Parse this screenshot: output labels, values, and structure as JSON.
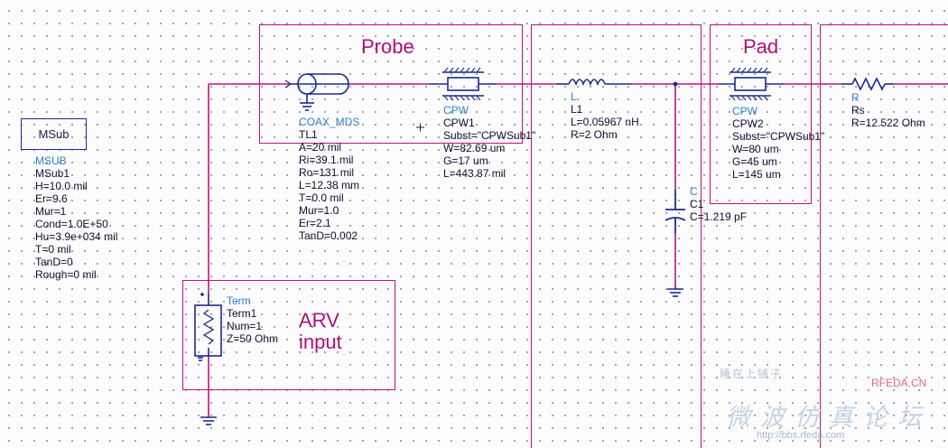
{
  "groups": {
    "probe": "Probe",
    "pad": "Pad",
    "arv_line1": "ARV",
    "arv_line2": "input"
  },
  "msub_box_label": "MSub",
  "msub": {
    "lines": [
      "MSUB",
      "MSub1",
      "H=10.0 mil",
      "Er=9.6",
      "Mur=1",
      "Cond=1.0E+50",
      "Hu=3.9e+034 mil",
      "T=0 mil",
      "TanD=0",
      "Rough=0 mil"
    ]
  },
  "coax": {
    "lines": [
      "COAX_MDS",
      "TL1",
      "A=20 mil",
      "Ri=39.1 mil",
      "Ro=131 mil",
      "L=12.38 mm",
      "T=0.0 mil",
      "Mur=1.0",
      "Er=2.1",
      "TanD=0.002"
    ]
  },
  "cpw1": {
    "lines": [
      "CPW",
      "CPW1",
      "Subst=\"CPWSub1\"",
      "W=82.69 um",
      "G=17 um",
      "L=443.87 mil"
    ]
  },
  "inductor": {
    "lines": [
      "L",
      "L1",
      "L=0.05967 nH",
      "R=2 Ohm"
    ]
  },
  "capacitor": {
    "lines": [
      "C",
      "C1",
      "C=1.219 pF"
    ]
  },
  "cpw2": {
    "lines": [
      "CPW",
      "CPW2",
      "Subst=\"CPWSub1\"",
      "W=80 um",
      "G=45 um",
      "L=145 um"
    ]
  },
  "resistor": {
    "lines": [
      "R",
      "Rs",
      "R=12.522 Ohm"
    ]
  },
  "term": {
    "lines": [
      "Term",
      "Term1",
      "Num=1",
      "Z=50 Ohm"
    ]
  },
  "watermark": {
    "small": "睡在上铺子",
    "site_short": "RFEDA.CN",
    "forum": "微波仿真论坛",
    "url": "http://bbs.rfeda.com"
  },
  "colors": {
    "wire": "#c01080",
    "component": "#1a2a90",
    "label_type": "#2f7fd0",
    "label_param": "#101030"
  }
}
